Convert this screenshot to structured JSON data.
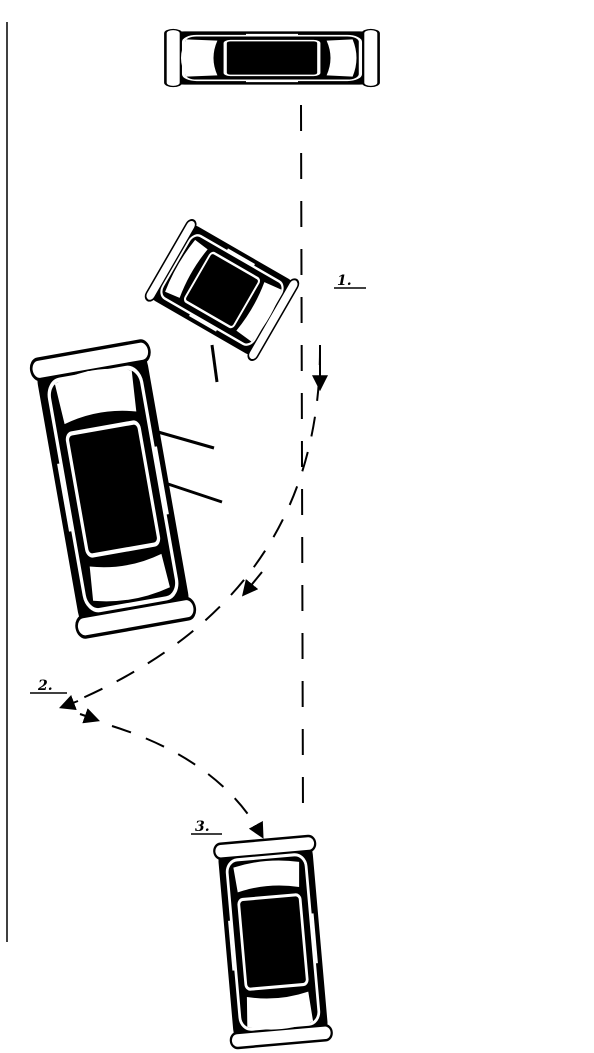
{
  "diagram": {
    "step_labels": [
      "1.",
      "2.",
      "3."
    ]
  },
  "colors": {
    "ink": "#000000",
    "paper": "#ffffff"
  },
  "icons": {
    "car_top_view": "car-top-view-icon",
    "direction_arrow": "arrow-head-icon"
  }
}
